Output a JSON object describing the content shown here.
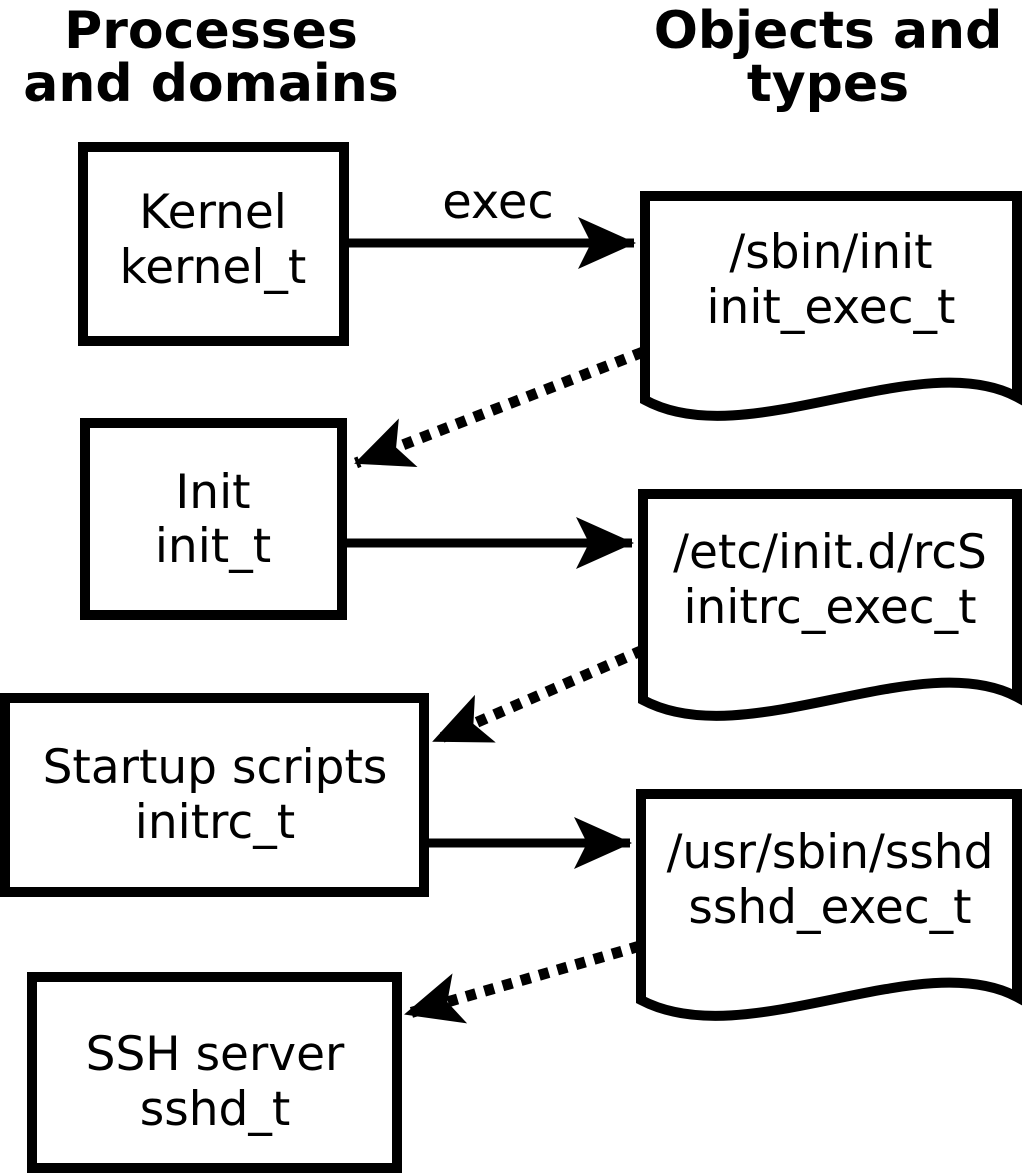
{
  "colors": {
    "ink": "#000000",
    "background": "#ffffff"
  },
  "column_headers": {
    "left": {
      "line1": "Processes",
      "line2": "and domains"
    },
    "right": {
      "line1": "Objects and",
      "line2": "types"
    }
  },
  "process_nodes": {
    "kernel": {
      "name": "Kernel",
      "type": "kernel_t"
    },
    "init": {
      "name": "Init",
      "type": "init_t"
    },
    "startup_scripts": {
      "name": "Startup scripts",
      "type": "initrc_t"
    },
    "ssh_server": {
      "name": "SSH server",
      "type": "sshd_t"
    }
  },
  "object_nodes": {
    "sbin_init": {
      "path": "/sbin/init",
      "type": "init_exec_t"
    },
    "etc_init_d_rcs": {
      "path": "/etc/init.d/rcS",
      "type": "initrc_exec_t"
    },
    "usr_sbin_sshd": {
      "path": "/usr/sbin/sshd",
      "type": "sshd_exec_t"
    }
  },
  "edges": [
    {
      "from": "Kernel kernel_t",
      "to": "/sbin/init init_exec_t",
      "style": "solid",
      "label": "exec"
    },
    {
      "from": "/sbin/init init_exec_t",
      "to": "Init init_t",
      "style": "dotted",
      "label": ""
    },
    {
      "from": "Init init_t",
      "to": "/etc/init.d/rcS initrc_exec_t",
      "style": "solid",
      "label": ""
    },
    {
      "from": "/etc/init.d/rcS initrc_exec_t",
      "to": "Startup scripts initrc_t",
      "style": "dotted",
      "label": ""
    },
    {
      "from": "Startup scripts initrc_t",
      "to": "/usr/sbin/sshd sshd_exec_t",
      "style": "solid",
      "label": ""
    },
    {
      "from": "/usr/sbin/sshd sshd_exec_t",
      "to": "SSH server sshd_t",
      "style": "dotted",
      "label": ""
    }
  ]
}
